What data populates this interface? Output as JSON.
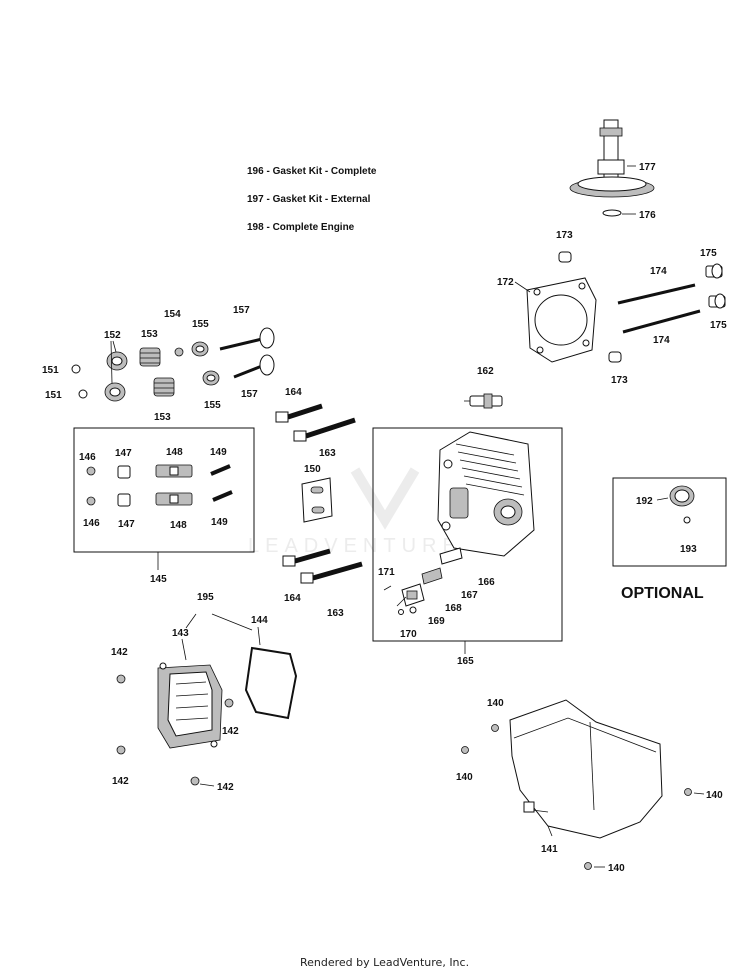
{
  "kit_notes": [
    "196 - Gasket Kit - Complete",
    "197 - Gasket Kit - External",
    "198 - Complete Engine"
  ],
  "optional_label": "OPTIONAL",
  "watermark": "LEADVENTURE",
  "footer": "Rendered by LeadVenture, Inc.",
  "callouts": {
    "c177": "177",
    "c176": "176",
    "c173a": "173",
    "c173b": "173",
    "c172": "172",
    "c174a": "174",
    "c174b": "174",
    "c175a": "175",
    "c175b": "175",
    "c162": "162",
    "c152": "152",
    "c153a": "153",
    "c153b": "153",
    "c154": "154",
    "c155a": "155",
    "c155b": "155",
    "c157a": "157",
    "c157b": "157",
    "c151a": "151",
    "c151b": "151",
    "c164a": "164",
    "c163a": "163",
    "c164b": "164",
    "c163b": "163",
    "c146a": "146",
    "c146b": "146",
    "c147a": "147",
    "c147b": "147",
    "c148a": "148",
    "c148b": "148",
    "c149a": "149",
    "c149b": "149",
    "c145": "145",
    "c150": "150",
    "c171": "171",
    "c166": "166",
    "c167": "167",
    "c168": "168",
    "c169": "169",
    "c170": "170",
    "c165": "165",
    "c192": "192",
    "c193": "193",
    "c195": "195",
    "c143": "143",
    "c144": "144",
    "c142a": "142",
    "c142b": "142",
    "c142c": "142",
    "c142d": "142",
    "c140a": "140",
    "c140b": "140",
    "c140c": "140",
    "c140d": "140",
    "c141": "141"
  }
}
